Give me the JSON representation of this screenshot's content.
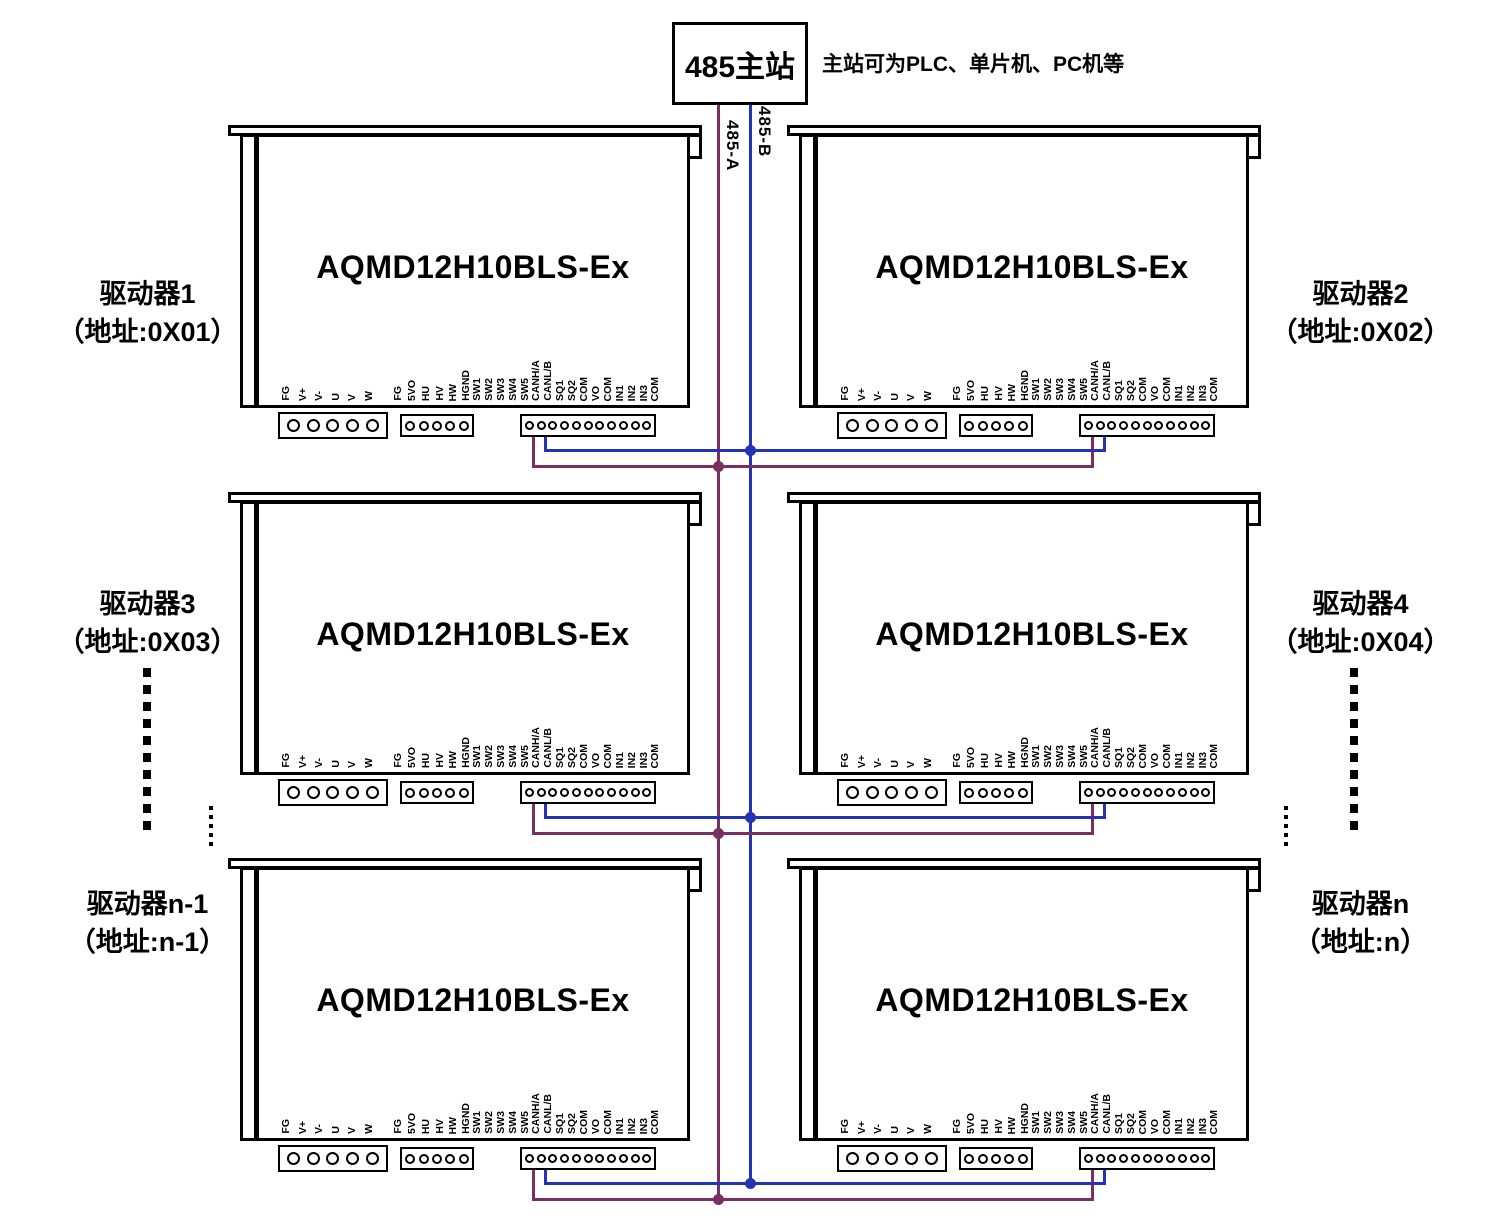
{
  "master": {
    "label": "485主站",
    "note": "主站可为PLC、单片机、PC机等"
  },
  "bus": {
    "line_a": {
      "label": "485-A",
      "color": "#7a2f63"
    },
    "line_b": {
      "label": "485-B",
      "color": "#2433b5"
    }
  },
  "module": {
    "title": "AQMD12H10BLS-Ex",
    "pins": [
      "FG",
      "V+",
      "V-",
      "U",
      "V",
      "W",
      "FG",
      "5VO",
      "HU",
      "HV",
      "HW",
      "HGND",
      "SW1",
      "SW2",
      "SW3",
      "SW4",
      "SW5",
      "CANH/A",
      "CANL/B",
      "SQ1",
      "SQ2",
      "COM",
      "VO",
      "COM",
      "IN1",
      "IN2",
      "IN3",
      "COM"
    ]
  },
  "drivers": [
    {
      "name": "驱动器1",
      "address": "（地址:0X01）",
      "row": 0,
      "side": "left"
    },
    {
      "name": "驱动器2",
      "address": "（地址:0X02）",
      "row": 0,
      "side": "right"
    },
    {
      "name": "驱动器3",
      "address": "（地址:0X03）",
      "row": 1,
      "side": "left"
    },
    {
      "name": "驱动器4",
      "address": "（地址:0X04）",
      "row": 1,
      "side": "right"
    },
    {
      "name": "驱动器n-1",
      "address": "（地址:n-1）",
      "row": 2,
      "side": "left"
    },
    {
      "name": "驱动器n",
      "address": "（地址:n）",
      "row": 2,
      "side": "right"
    }
  ]
}
